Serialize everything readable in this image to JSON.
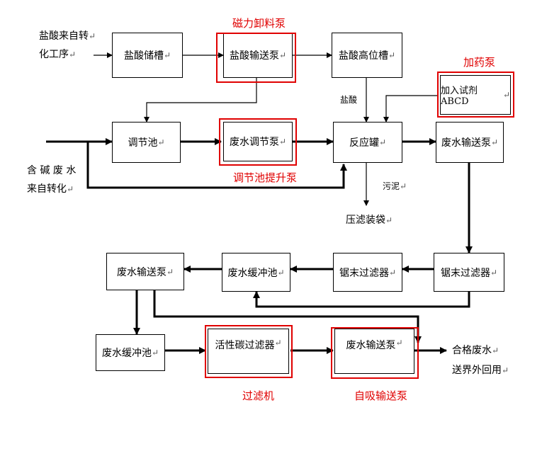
{
  "sources": {
    "hcl_source_line1": "盐酸来自转",
    "hcl_source_line2": "化工序",
    "wastewater_source_line1": "含 碱 废 水",
    "wastewater_source_line2": "来自转化"
  },
  "boxes": {
    "hcl_storage": "盐酸储槽",
    "hcl_pump": "盐酸输送泵",
    "hcl_high_tank": "盐酸高位槽",
    "reagent": "加入试剂ABCD",
    "regulating_tank": "调节池",
    "wastewater_regulating_pump": "废水调节泵",
    "reactor": "反应罐",
    "transfer_pump_1": "废水输送泵",
    "sawdust_filter_right": "锯末过滤器",
    "sawdust_filter_left": "锯末过滤器",
    "buffer_tank_1": "废水缓冲池",
    "transfer_pump_2": "废水输送泵",
    "buffer_tank_2": "废水缓冲池",
    "carbon_filter": "活性碳过滤器",
    "transfer_pump_3": "废水输送泵"
  },
  "labels": {
    "hcl": "盐酸",
    "sludge": "污泥",
    "filter_bag": "压滤装袋",
    "output_line1": "合格废水",
    "output_line2": "送界外回用"
  },
  "annotations": {
    "magnetic_pump": "磁力卸料泵",
    "dosing_pump": "加药泵",
    "lift_pump": "调节池提升泵",
    "filter_machine": "过滤机",
    "self_priming_pump": "自吸输送泵"
  },
  "colors": {
    "highlight": "#e00000",
    "line": "#000000"
  },
  "return_mark": "↵"
}
